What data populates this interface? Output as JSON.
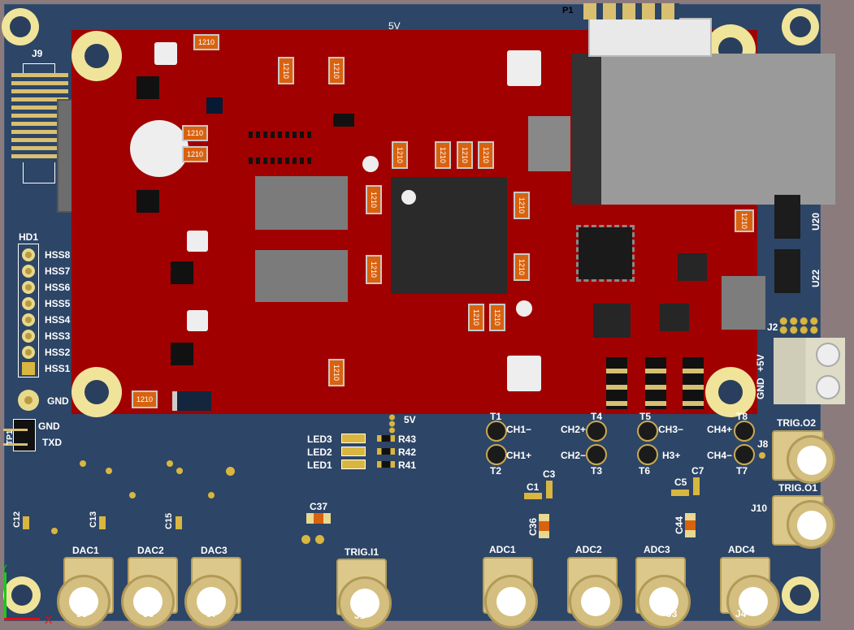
{
  "board": {
    "colors": {
      "background": "#8c7b7d",
      "main_board": "#2d4566",
      "daughter_board": "#a10000",
      "silkscreen": "#ffffff",
      "gold": "#d8c070"
    }
  },
  "daughter": {
    "label_5v": "5V",
    "cap_code": "1210"
  },
  "labels": {
    "j9": "J9",
    "hd1": "HD1",
    "hss": [
      "HSS8",
      "HSS7",
      "HSS6",
      "HSS5",
      "HSS4",
      "HSS3",
      "HSS2",
      "HSS1"
    ],
    "gnd1": "GND",
    "gnd2": "GND",
    "txd": "TXD",
    "tp": "TP1",
    "p1": "P1",
    "v5": "5V",
    "leds": [
      "LED3",
      "LED2",
      "LED1"
    ],
    "res": [
      "R43",
      "R42",
      "R41"
    ],
    "c37": "C37",
    "c12": "C12",
    "c13": "C13",
    "c15": "C15",
    "dac": [
      "DAC1",
      "DAC2",
      "DAC3"
    ],
    "trig_i1": "TRIG.I1",
    "j": [
      "J5",
      "J6",
      "J7",
      "J1",
      "J3",
      "J4"
    ],
    "adc": [
      "ADC1",
      "ADC2",
      "ADC3",
      "ADC4"
    ],
    "ch": [
      "CH1−",
      "CH1+",
      "CH2+",
      "CH2−",
      "CH3−",
      "H3+",
      "CH4+",
      "CH4−"
    ],
    "t": [
      "T1",
      "T2",
      "T4",
      "T3",
      "T5",
      "T6",
      "T8",
      "T7"
    ],
    "j8": "J8",
    "trig_o2": "TRIG.O2",
    "trig_o1": "TRIG.O1",
    "j10": "J10",
    "c1": "C1",
    "c3": "C3",
    "c5": "C5",
    "c7": "C7",
    "c36": "C36",
    "c44": "C44",
    "u20": "U20",
    "u22": "U22",
    "v5b": "+5V",
    "gnd3": "GND",
    "j2": "J2"
  },
  "axes": {
    "x": "X",
    "y": "Y"
  }
}
